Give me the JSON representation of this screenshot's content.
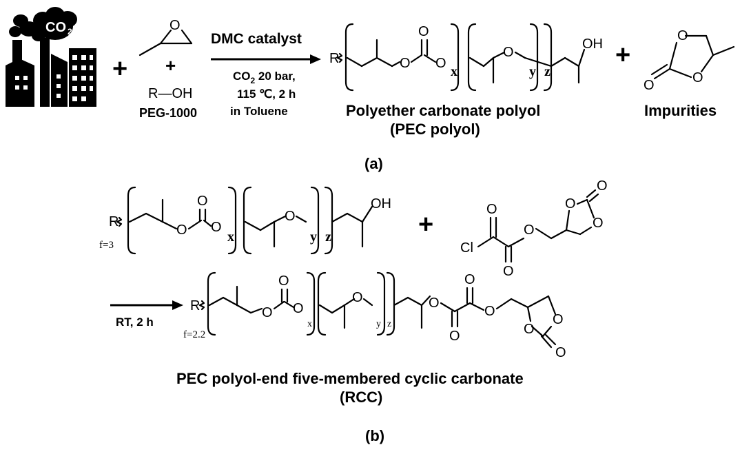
{
  "colors": {
    "ink": "#000000",
    "background": "#ffffff"
  },
  "icons": [
    "factory-icon",
    "co2-cloud-icon",
    "epoxide-structure",
    "arrow-icon"
  ],
  "part_a": {
    "co2": "CO",
    "co2_sub": "2",
    "plus": "+",
    "initiator": "R—OH",
    "initiator_name": "PEG-1000",
    "catalyst": "DMC catalyst",
    "cond_1": "CO",
    "cond_1_sub": "2",
    "cond_1_rest": " 20 bar,",
    "cond_2": "115 ℃, 2 h",
    "cond_3": "in Toluene",
    "product_name": "Polyether carbonate polyol",
    "product_abbr": "(PEC polyol)",
    "byproduct": "Impurities",
    "panel": "(a)",
    "atoms": {
      "R": "R",
      "O": "O",
      "OH": "OH",
      "x": "x",
      "y": "y",
      "z": "z"
    }
  },
  "part_b": {
    "f1": "f=3",
    "f2": "f=2.2",
    "plus": "+",
    "cl": "Cl",
    "conditions": "RT, 2 h",
    "product_name": "PEC polyol-end five-membered cyclic carbonate",
    "product_abbr": "(RCC)",
    "panel": "(b)"
  }
}
